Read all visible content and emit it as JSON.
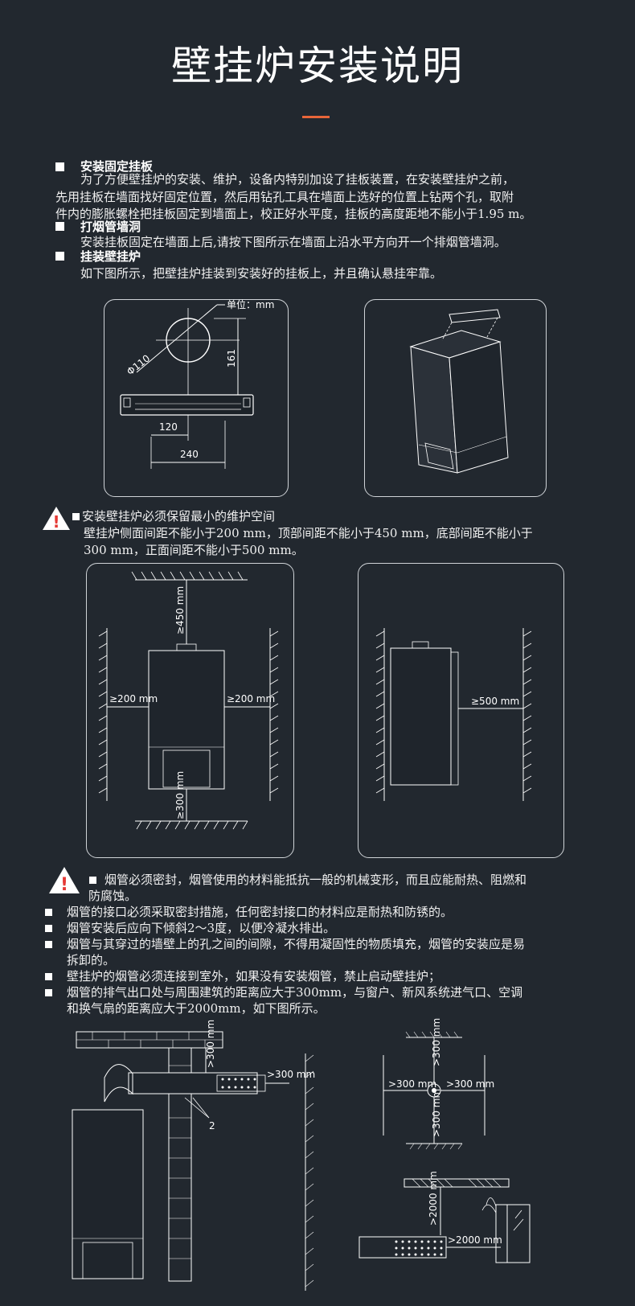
{
  "title": "壁挂炉安装说明",
  "section1": {
    "heading": "安装固定挂板",
    "lines": [
      "为了方便壁挂炉的安装、维护，设备内特别加设了挂板装置，在安装壁挂炉之前，",
      "先用挂板在墙面找好固定位置，然后用钻孔工具在墙面上选好的位置上钻两个孔，取附",
      "件内的膨胀螺栓把挂板固定到墙面上，校正好水平度，挂板的高度距地不能小于1.95 m。"
    ]
  },
  "section2": {
    "heading": "打烟管墙洞",
    "line": "安装挂板固定在墙面上后,请按下图所示在墙面上沿水平方向开一个排烟管墙洞。"
  },
  "section3": {
    "heading": "挂装壁挂炉",
    "line": "如下图所示，把壁挂炉挂装到安装好的挂板上，并且确认悬挂牢靠。"
  },
  "fig1": {
    "unit": "单位：mm",
    "diameter": "Φ110",
    "height": "161",
    "w120": "120",
    "w240": "240"
  },
  "warning1": {
    "heading": "安装壁挂炉必须保留最小的维护空间",
    "lines": [
      "壁挂炉侧面间距不能小于200 mm，顶部间距不能小于450 mm，底部间距不能小于",
      "300 mm，正面间距不能小于500 mm。"
    ]
  },
  "clearance": {
    "top": "≥450 mm",
    "left": "≥200 mm",
    "right": "≥200 mm",
    "bottom": "≥300 mm",
    "front": "≥500 mm"
  },
  "warning2": {
    "items": [
      "烟管必须密封，烟管使用的材料能抵抗一般的机械变形，而且应能耐热、阻燃和",
      "防腐蚀。",
      "烟管的接口必须采取密封措施，任何密封接口的材料应是耐热和防锈的。",
      "烟管安装后应向下倾斜2～3度，以便冷凝水排出。",
      "烟管与其穿过的墙壁上的孔之间的间隙，不得用凝固性的物质填充，烟管的安装应是易",
      "拆卸的。",
      "壁挂炉的烟管必须连接到室外，如果没有安装烟管，禁止启动壁挂炉；",
      "烟管的排气出口处与周围建筑的距离应大于300mm，与窗户、新风系统进气口、空调",
      "和换气扇的距离应大于2000mm，如下图所示。"
    ]
  },
  "fig3": {
    "d300a": ">300 mm",
    "d300b": ">300 mm",
    "label2": "2",
    "c_top": ">300 mm",
    "c_left": ">300 mm",
    "c_right": ">300 mm",
    "c_bottom": ">300 mm",
    "w2000v": ">2000 mm",
    "w2000h": ">2000 mm"
  },
  "icons": {
    "warning": "warning-triangle-icon",
    "bullet": "square-bullet-icon"
  },
  "colors": {
    "background": "#22282f",
    "accent": "#e8663a",
    "warning": "#e53935"
  }
}
